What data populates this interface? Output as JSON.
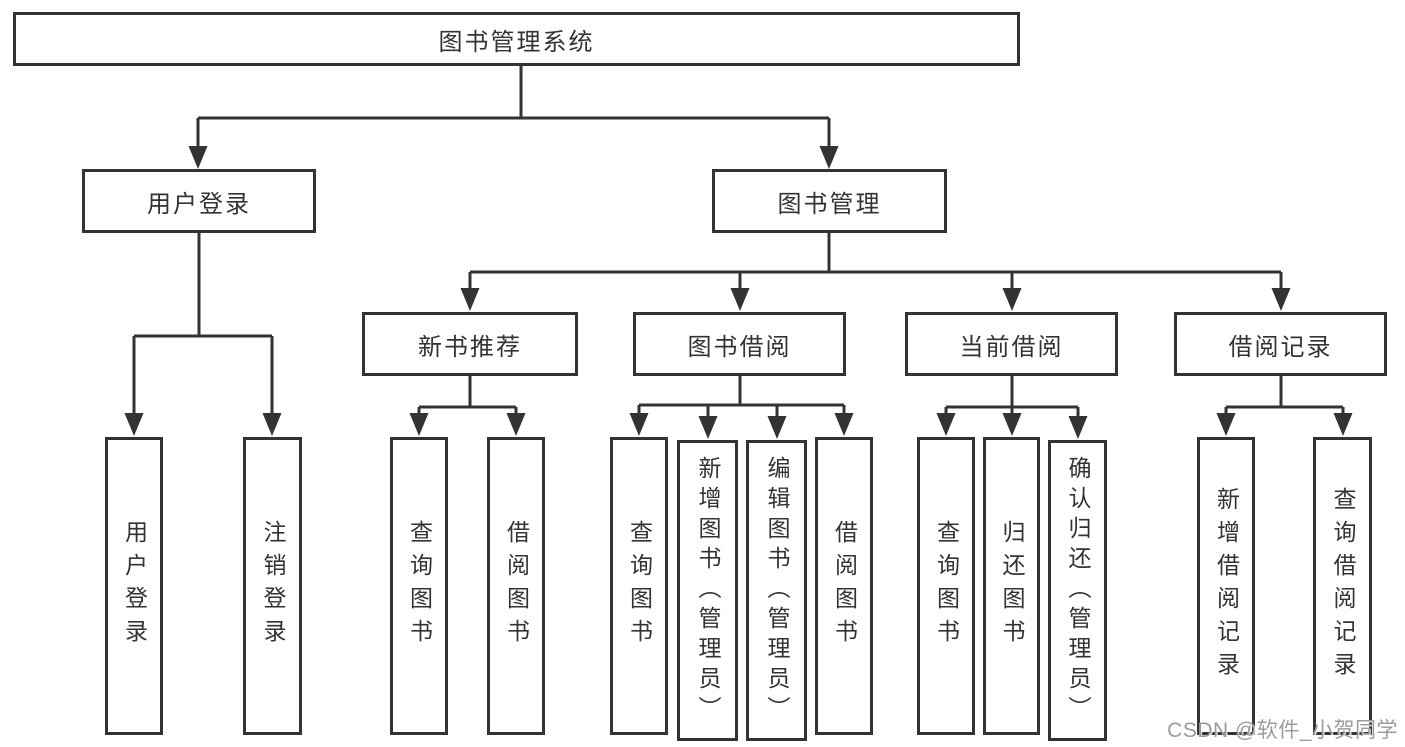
{
  "tree": {
    "root": {
      "label": "图书管理系统"
    },
    "branches": [
      {
        "label": "用户登录",
        "children": [
          {
            "label": "用户登录"
          },
          {
            "label": "注销登录"
          }
        ]
      },
      {
        "label": "图书管理",
        "children": [
          {
            "label": "新书推荐",
            "children": [
              {
                "label": "查询图书"
              },
              {
                "label": "借阅图书"
              }
            ]
          },
          {
            "label": "图书借阅",
            "children": [
              {
                "label": "查询图书"
              },
              {
                "label": "新增图书（管理员）"
              },
              {
                "label": "编辑图书（管理员）"
              },
              {
                "label": "借阅图书"
              }
            ]
          },
          {
            "label": "当前借阅",
            "children": [
              {
                "label": "查询图书"
              },
              {
                "label": "归还图书"
              },
              {
                "label": "确认归还（管理员）"
              }
            ]
          },
          {
            "label": "借阅记录",
            "children": [
              {
                "label": "新增借阅记录"
              },
              {
                "label": "查询借阅记录"
              }
            ]
          }
        ]
      }
    ]
  },
  "watermark": "CSDN @软件_小贺同学",
  "colors": {
    "line": "#333333",
    "text": "#333333",
    "background": "#ffffff",
    "watermark": "#9b9b9b"
  }
}
